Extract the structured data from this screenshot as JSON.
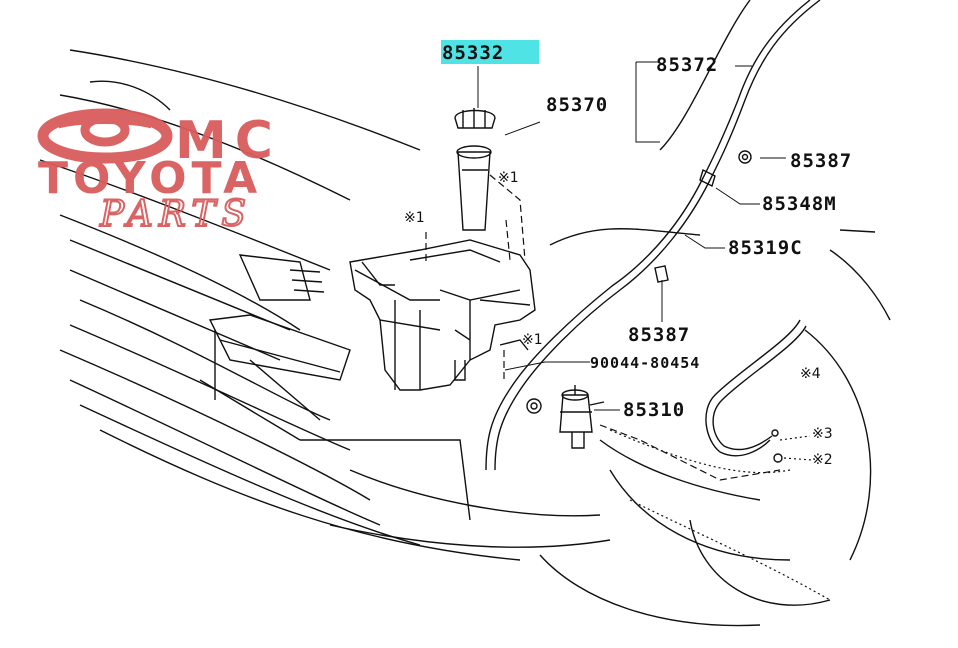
{
  "watermark": {
    "line1": "MC",
    "line2": "TOYOTA",
    "line3": "PARTS",
    "color": "#d95b5b"
  },
  "highlight_color": "#4fe3e6",
  "callouts": {
    "cap": "85332",
    "inlet": "85370",
    "tank_bracket": "85372",
    "clamp_upper": "85387",
    "hose_joint": "85348M",
    "hose": "85319C",
    "clamp_lower": "85387",
    "bolt": "90044-80454",
    "pump": "85310"
  },
  "notes": {
    "n1_a": "※1",
    "n1_b": "※1",
    "n1_c": "※1",
    "n2": "※2",
    "n3": "※3",
    "n4": "※4"
  }
}
